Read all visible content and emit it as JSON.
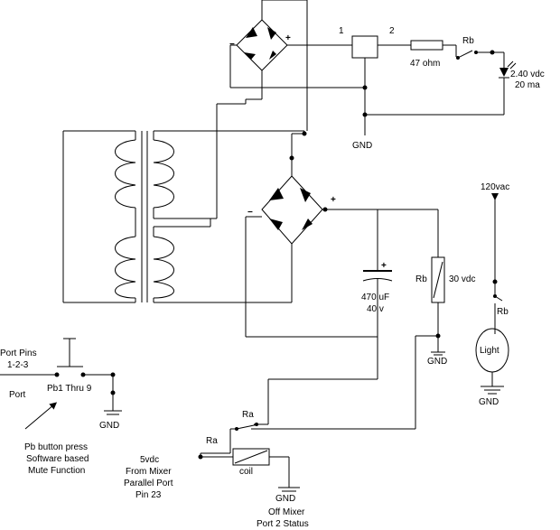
{
  "labels": {
    "node1": "1",
    "node2": "2",
    "bridge1_minus": "−",
    "bridge1_plus": "+",
    "rb_top": "Rb",
    "resistor_value": "47 ohm",
    "led_voltage": "2.40 vdc",
    "led_current": "20 ma",
    "gnd_top": "GND",
    "bridge2_minus": "−",
    "bridge2_plus": "+",
    "cap_plus": "+",
    "cap_value": "470 uF",
    "cap_voltage": "40 v",
    "rb_coil": "Rb",
    "rb_coil_voltage": "30 vdc",
    "gnd_mid": "GND",
    "ac_supply": "120vac",
    "rb_light": "Rb",
    "light": "Light",
    "gnd_light": "GND",
    "port_pins_line1": "Port Pins",
    "port_pins_line2": "1-2-3",
    "port": "Port",
    "pb_label": "Pb1  Thru 9",
    "gnd_pb": "GND",
    "pb_note_line1": "Pb button press",
    "pb_note_line2": "Software based",
    "pb_note_line3": "Mute Function",
    "ra_switch": "Ra",
    "ra_left": "Ra",
    "coil": "coil",
    "mixer_line1": "5vdc",
    "mixer_line2": "From Mixer",
    "mixer_line3": "Parallel Port",
    "mixer_line4": "Pin 23",
    "gnd_coil": "GND",
    "off_mixer_line1": "Off Mixer",
    "off_mixer_line2": "Port 2 Status"
  }
}
